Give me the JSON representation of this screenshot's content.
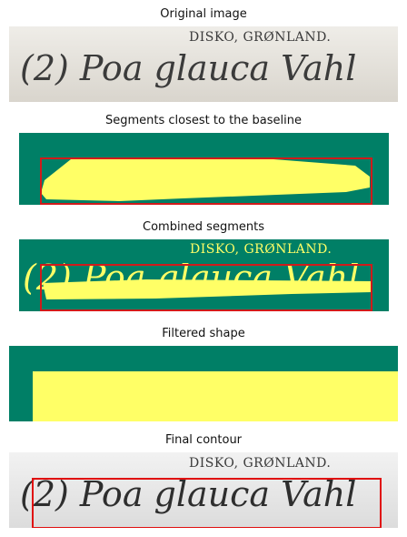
{
  "panels": [
    {
      "title": "Original image"
    },
    {
      "title": "Segments closest to the baseline"
    },
    {
      "title": "Combined segments"
    },
    {
      "title": "Filtered shape"
    },
    {
      "title": "Final contour"
    }
  ],
  "specimen": {
    "print_label": "DISKO,  GRØNLAND.",
    "script_text": "(2) Poa glauca Vahl"
  },
  "colors": {
    "teal_background": "#007F66",
    "mask_yellow": "#FFFF66",
    "box_red": "#D11A1A",
    "paper": "#E7E4DE",
    "ink": "#2E2E2E"
  }
}
